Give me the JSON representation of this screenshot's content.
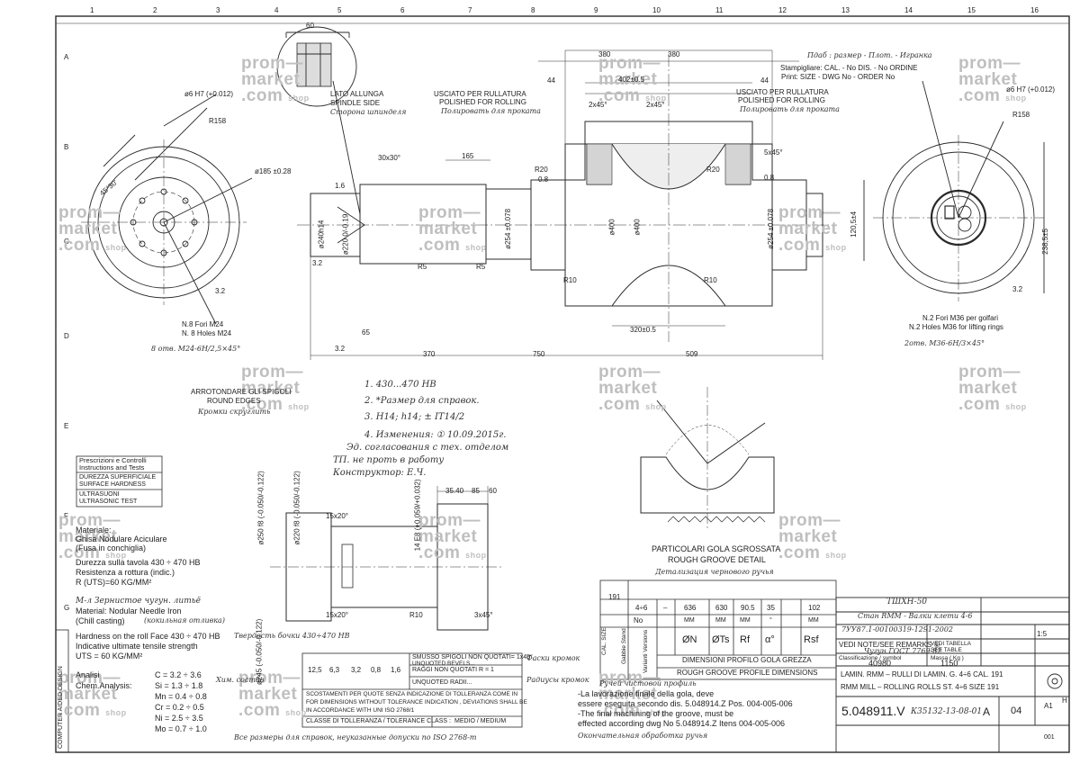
{
  "watermark": {
    "line1": "prom—",
    "line2": "market",
    "line3": ".com",
    "shop": "shop"
  },
  "border": {
    "columns": [
      "1",
      "2",
      "3",
      "4",
      "5",
      "6",
      "7",
      "8",
      "9",
      "10",
      "11",
      "12",
      "13",
      "14",
      "15",
      "16"
    ],
    "rows": [
      "A",
      "B",
      "C",
      "D",
      "E",
      "F",
      "G",
      "H"
    ]
  },
  "section_labels": {
    "spindle_it": "LATO ALLUNGA",
    "spindle_en": "SPINDLE SIDE",
    "spindle_ru": "Сторона шпинделя",
    "polished_left_it": "USCIATO PER RULLATURA",
    "polished_left_en": "POLISHED FOR ROLLING",
    "polished_left_ru": "Полировать для проката",
    "polished_right_it": "USCIATO PER RULLATURA",
    "polished_right_en": "POLISHED FOR ROLLING",
    "polished_right_ru": "Полировать для проката",
    "stamp_ru": "Пдаб : размер - Плот. - Игранка",
    "stamp_it": "Stampigliare: CAL. - No DIS. - No ORDINE",
    "stamp_en": "Print: SIZE - DWG No - ORDER No",
    "rounded_it": "ARROTONDARE GLI SPIGOLI",
    "rounded_en": "ROUND EDGES",
    "rounded_ru": "Кромки скруглить",
    "rough_groove_it": "PARTICOLARI GOLA SGROSSATA",
    "rough_groove_en": "ROUGH GROOVE DETAIL",
    "rough_groove_ru": "Детализация чернового ручья",
    "left_holes_it": "N.8 Fori M24",
    "left_holes_en": "N. 8 Holes M24",
    "left_holes_ru": "8 отв. M24-6H/2,5×45°",
    "right_holes_it": "N.2 Fori M36 per golfari",
    "right_holes_en": "N.2 Holes M36 for lifting rings",
    "right_holes_ru": "2отв. M36-6H/3×45°"
  },
  "dimensions": {
    "d60": "60",
    "d380a": "380",
    "d380b": "380",
    "d44a": "44",
    "d44b": "44",
    "d402": "402±0.5",
    "d30x30": "30x30°",
    "d165": "165",
    "d2x45a": "2x45°",
    "d2x45b": "2x45°",
    "d5x45": "5x45°",
    "d185": "ø185 ±0.28",
    "dR158a": "R158",
    "dR158b": "R158",
    "dR20a": "R20",
    "dR20b": "R20",
    "dR5a": "R5",
    "dR5b": "R5",
    "dR10a": "R10",
    "dR10b": "R10",
    "d240": "ø240h14",
    "d220": "ø220 0/-0.19",
    "d254a": "ø254 ±0.078",
    "d254b": "ø254 ±0.078",
    "d400a": "ø400",
    "d400b": "ø400",
    "d65": "65",
    "d370": "370",
    "d750": "750",
    "d509": "509",
    "d320": "320±0.5",
    "d120": "120,5±4",
    "d238": "238,5±5",
    "d08a": "0.8",
    "d08b": "0.8",
    "d16": "1.6",
    "d32a": "3.2",
    "d32b": "3.2",
    "d32c": "3.2",
    "d32d": "3.2",
    "d6h7a": "ø6 H7 (+0.012)",
    "d6h7b": "ø6 H7 (+0.012)",
    "d456": "45°30'",
    "d250": "ø250 f8 (-0.050/-0.122)",
    "d220b": "ø220 f8 (-0.050/-0.122)",
    "d14e8": "14 E8 (+0.059/+0.032)",
    "d15x20a": "15x20°",
    "d15x20b": "15x20°",
    "d3x45": "3x45°",
    "dR10c": "R10",
    "d3540": "35.40",
    "d85": "85",
    "d60b": "60",
    "d245": "ø245 (-0.050/-0.122)"
  },
  "notes": {
    "n1": "1. 430...470 HB",
    "n2": "2. *Размер для справок.",
    "n3": "3. H14; h14; ± IT14/2",
    "n4": "4. Изменения:  ① 10.09.2015г.",
    "n5": "Эд. согласования с тех. отделом",
    "n6": "ТП. не проть в работу",
    "n7": "Конструктор: Е.Ч."
  },
  "controls_box": {
    "title_it": "Prescrizioni e Controlli",
    "title_en": "Instructions and Tests",
    "r1_it": "DUREZZA SUPERFICIALE",
    "r1_en": "SURFACE HARDNESS",
    "r2_it": "ULTRASUONI",
    "r2_en": "ULTRASONIC TEST"
  },
  "material": {
    "it1": "Materiale:",
    "it2": "Ghisa Nodulare Aciculare",
    "it3": "(Fusa in conchiglia)",
    "it4": "Durezza sulla tavola 430 ÷ 470 HB",
    "it5": "Resistenza a rottura (indic.)",
    "it6": "R (UTS)=60 KG/MM²",
    "en1": "Material: Nodular Needle Iron",
    "en2": "(Chill casting)",
    "ru1": "М-л Зернистое чугун. литьё",
    "ru2": "(кокильная отливка)",
    "en3": "Hardness on the roll Face 430 ÷ 470 HB",
    "en4": "Indicative ultimate tensile strength",
    "en5": "UTS = 60 KG/MM²",
    "ru3": "Твердость бочки 430÷470 HB",
    "analysis_it": "Analisi",
    "analysis_en": "Chem.Analysis:",
    "c": "C = 3.2 ÷ 3.6",
    "si": "Si = 1.3 ÷ 1.8",
    "mn": "Mn = 0.4 ÷ 0.8",
    "cr": "Cr = 0.2 ÷ 0.5",
    "ni": "Ni = 2.5 ÷ 3.5",
    "mo": "Mo = 0.7 ÷ 1.0",
    "ru_chem": "Хим. состав"
  },
  "tolerance_box": {
    "r1": "SMUSSO SPIGOLI NON QUOTATI= 1x45°",
    "r1b": "UNQUOTED BEVELS...",
    "r2": "RAGGI NON QUOTATI R = 1",
    "r2b": "UNQUOTED RADII...",
    "r3": "SCOSTAMENTI PER QUOTE SENZA INDICAZIONE DI TOLLERANZA COME IN",
    "r4": "FOR DIMENSIONS WITHOUT TOLERANCE INDICATION , DEVIATIONS SHALL BE",
    "r5": "IN ACCORDANCE WITH          UNI ISO 2768/1",
    "r6": "CLASSE DI TOLLERANZA / TOLERANCE CLASS :",
    "r6b": "MEDIO   /   MEDIUM",
    "rough": [
      "12,5",
      "6,3",
      "3,2",
      "0,8",
      "1,6"
    ],
    "ru_a": "Фаски кромок",
    "ru_b": "Радиусы кромок"
  },
  "groove_note": {
    "it1": "-La lavorazione finale della gola, deve",
    "it2": " essere eseguita secondo dis. 5.048914.Z Pos. 004-005-006",
    "en1": "-The final machining of the groove, must be",
    "en2": " effected according dwg No 5.048914.Z Itens 004-005-006",
    "ru1": "Окончательная обработка ручья",
    "ru2": "Ручей чистовой профиль"
  },
  "profile_table": {
    "row191": "191",
    "size": "4÷6",
    "dash": "–",
    "values": [
      "636",
      "630",
      "90.5",
      "35",
      "102"
    ],
    "units": [
      "MM",
      "MM",
      "MM",
      "°",
      "MM"
    ],
    "symbols": [
      "ØN",
      "ØTs",
      "Rf",
      "α°",
      "Rsf"
    ],
    "no": "No",
    "title_it": "DIMENSIONI PROFILO GOLA GREZZA",
    "title_en": "ROUGH GROOVE PROFILE DIMENSIONS",
    "side": [
      "CAL. SIZE",
      "Gabbie Stand",
      "Varianti Versions"
    ]
  },
  "title_block": {
    "ru_title": "Стан RMM - Валки клети 4-6",
    "pattern_no": "ТШХН-50",
    "drawing_ru": "7УУ87.1-00100319-1291-2002",
    "heat": "VEDI NOTE/SEE REMARKS ①",
    "heat_ru": "Чугун ГОСТ 7769-82",
    "table_ref": "VEDI TABELLA SEE TABLE",
    "classification": "Classificazione / symbol",
    "weight_label": "Massa ( Kg )",
    "code": "40980",
    "mass": "1150",
    "scale": "1:5",
    "title_it": "LAMIN. RMM – RULLI DI LAMIN. G. 4÷6 CAL. 191",
    "title_en": "RMM MILL – ROLLING ROLLS ST. 4÷6 SIZE 191",
    "drawing_no": "5.048911.V",
    "rev_ru": "К35132-13-08-01",
    "rev": "A",
    "sheet": "04",
    "sheet_of": "001",
    "side_text": "COMPUTER AIDED DESIGN",
    "format": "A1"
  },
  "footer_ru": "Все размеры для справок, неуказанные допуски по ISO 2768-m"
}
